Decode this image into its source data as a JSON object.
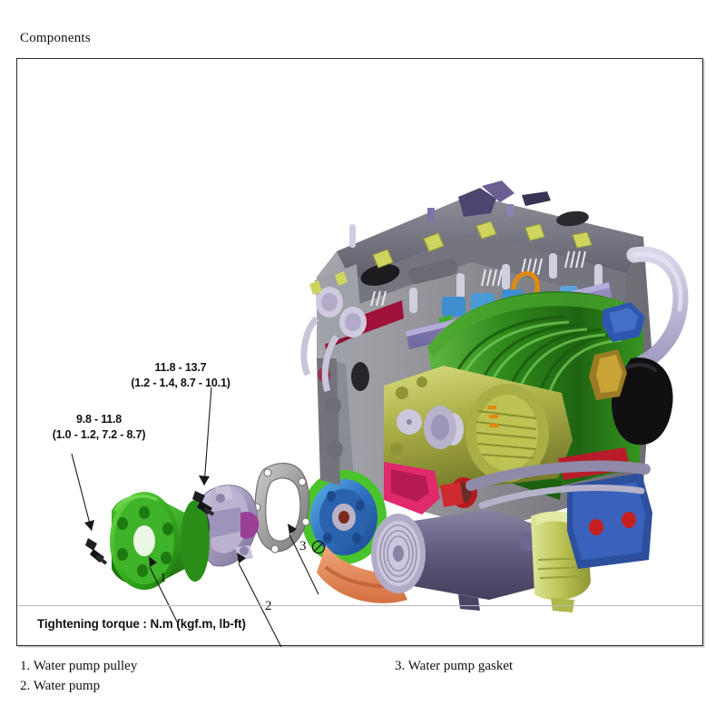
{
  "page": {
    "title": "Components"
  },
  "figure": {
    "torque_note": "Tightening torque : N.m (kgf.m, lb-ft)",
    "torque_callouts": [
      {
        "id": "upper",
        "line1": "11.8 - 13.7",
        "line2": "(1.2 - 1.4, 8.7 - 10.1)",
        "applies_to": "water pump mounting bolt"
      },
      {
        "id": "lower",
        "line1": "9.8 - 11.8",
        "line2": "(1.0 - 1.2, 7.2 - 8.7)",
        "applies_to": "water pump pulley bolt"
      }
    ],
    "callout_markers": [
      {
        "number": "1",
        "target": "water-pump-pulley"
      },
      {
        "number": "2",
        "target": "water-pump"
      },
      {
        "number": "3",
        "target": "water-pump-gasket",
        "symbol": "no-reuse-icon"
      }
    ],
    "components": [
      {
        "name": "water-pump-pulley",
        "color": "#3fb329"
      },
      {
        "name": "water-pump",
        "color": "#b0a6c6"
      },
      {
        "name": "water-pump-gasket",
        "color": "#9a9a9a"
      },
      {
        "name": "engine-assembly",
        "color": "#8c8c93"
      },
      {
        "name": "intake-manifold",
        "color": "#2f7d1f"
      },
      {
        "name": "alternator",
        "color": "#b5b84a"
      },
      {
        "name": "crankshaft-pulley",
        "color": "#4fc22e"
      },
      {
        "name": "ac-compressor",
        "color": "#6e6a86"
      },
      {
        "name": "oil-filter",
        "color": "#c3cc62"
      },
      {
        "name": "oil-pan",
        "color": "#e8895a"
      }
    ]
  },
  "legend": {
    "items": [
      {
        "number": "1.",
        "label": "1. Water pump pulley"
      },
      {
        "number": "2.",
        "label": "2. Water pump"
      },
      {
        "number": "3.",
        "label": "3. Water pump gasket"
      }
    ]
  }
}
